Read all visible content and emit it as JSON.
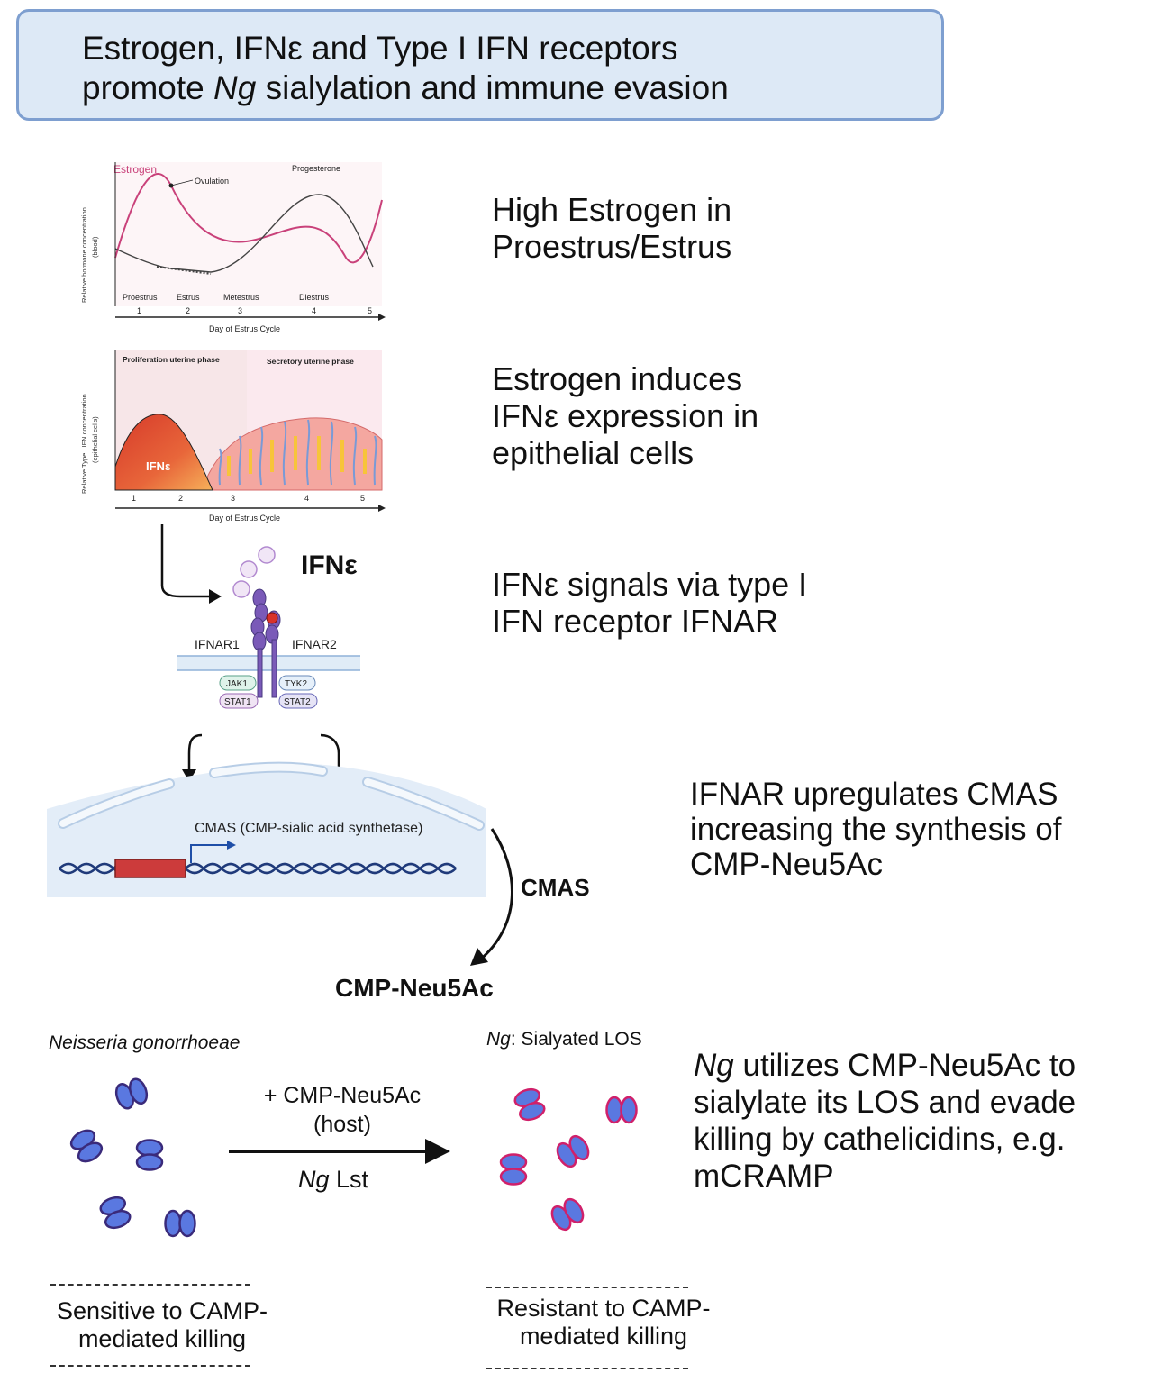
{
  "title": {
    "line1": "Estrogen, IFNε and Type I IFN receptors",
    "line2_pre": "promote ",
    "line2_em": "Ng",
    "line2_post": " sialylation and immune evasion"
  },
  "steps": {
    "step1": [
      "High Estrogen in",
      "Proestrus/Estrus"
    ],
    "step2": [
      "Estrogen induces",
      "IFNε expression in",
      "epithelial cells"
    ],
    "step3": [
      "IFNε signals via type I",
      "IFN receptor IFNAR"
    ],
    "step4": [
      "IFNAR upregulates CMAS",
      "increasing the synthesis of",
      "CMP-Neu5Ac"
    ],
    "step5_line1_em": "Ng",
    "step5_line1_rest": " utilizes CMP-Neu5Ac to",
    "step5_lines": [
      "sialylate its LOS and evade",
      "killing by cathelicidins, e.g.",
      "mCRAMP"
    ]
  },
  "chart1": {
    "estrogen_label": "Estrogen",
    "ovulation_label": "Ovulation",
    "progesterone_label": "Progesterone",
    "ylabel_line1": "Relative hormone concentration",
    "ylabel_line2": "(blood)",
    "phases": [
      "Proestrus",
      "Estrus",
      "Metestrus",
      "Diestrus"
    ],
    "days": [
      "1",
      "2",
      "3",
      "4",
      "5"
    ],
    "xlabel": "Day of Estrus Cycle",
    "colors": {
      "estrogen": "#c9417a",
      "progesterone": "#444444",
      "axis": "#222222"
    }
  },
  "chart2": {
    "phase_left": "Proliferation uterine phase",
    "phase_right": "Secretory uterine phase",
    "ifn_label": "IFNε",
    "ylabel_line1": "Relative Type I IFN concentration",
    "ylabel_line2": "(epithelial cells)",
    "days": [
      "1",
      "2",
      "3",
      "4",
      "5"
    ],
    "xlabel": "Day of Estrus Cycle"
  },
  "receptor": {
    "ifne_label": "IFNε",
    "ifnar1": "IFNAR1",
    "ifnar2": "IFNAR2",
    "jak1": "JAK1",
    "stat1": "STAT1",
    "tyk2": "TYK2",
    "stat2": "STAT2"
  },
  "nucleus": {
    "cmas_gene_label": "CMAS (CMP-sialic acid synthetase)",
    "cmas_arrow_label": "CMAS",
    "product_label": "CMP-Neu5Ac"
  },
  "bacteria": {
    "left_title": "Neisseria gonorrhoeae",
    "right_title_em": "Ng",
    "right_title_rest": ": Sialyated LOS",
    "arrow_top_line1": "+ CMP-Neu5Ac",
    "arrow_top_line2": "(host)",
    "arrow_bottom_em": "Ng",
    "arrow_bottom_rest": " Lst",
    "left_caption": [
      "Sensitive to CAMP-",
      "mediated killing"
    ],
    "right_caption": [
      "Resistant to CAMP-",
      "mediated killing"
    ],
    "colors": {
      "fill": "#5a78e0",
      "sensitive_outline": "#3a2a7a",
      "resistant_outline": "#d0206a"
    }
  }
}
